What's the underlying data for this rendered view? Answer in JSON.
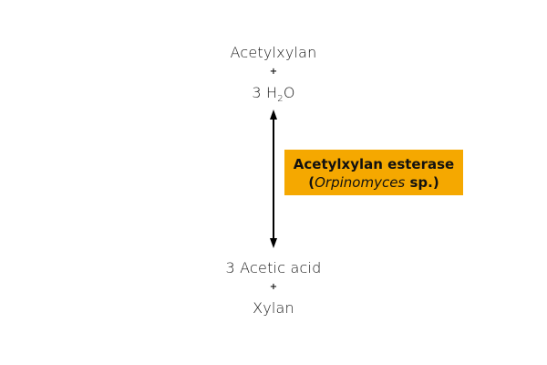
{
  "diagram": {
    "type": "reaction-scheme",
    "reactants": {
      "first": "Acetylxylan",
      "plus": "+",
      "second_coeff": "3 H",
      "second_sub": "2",
      "second_tail": "O"
    },
    "products": {
      "first": "3 Acetic acid",
      "plus": "+",
      "second": "Xylan"
    },
    "arrow": {
      "direction": "bidirectional-vertical",
      "color": "#000000"
    },
    "enzyme": {
      "name": "Acetylxylan esterase",
      "open_paren": "(",
      "organism": "Orpinomyces",
      "suffix": " sp.)",
      "box_color": "#f5a800"
    }
  }
}
